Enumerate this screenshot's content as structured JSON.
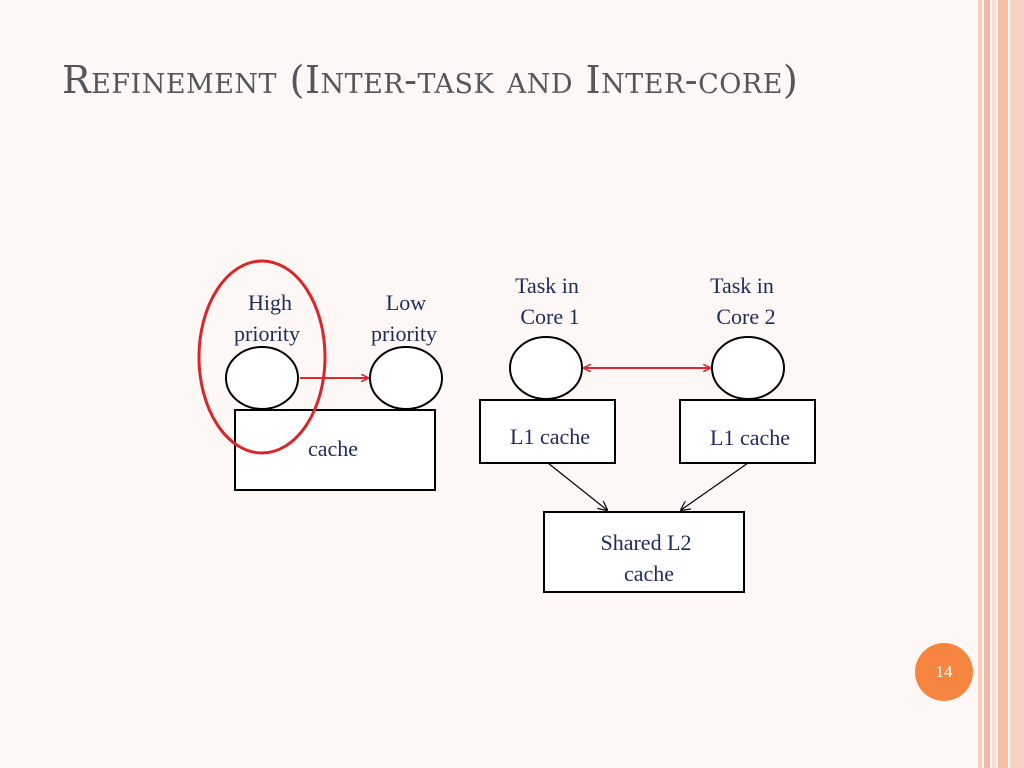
{
  "slide": {
    "title": "Refinement (Inter-task and Inter-core)",
    "page_number": "14"
  },
  "diagram": {
    "left": {
      "high_label_line1": "High",
      "high_label_line2": "priority",
      "low_label_line1": "Low",
      "low_label_line2": "priority",
      "cache_label": "cache"
    },
    "right": {
      "task1_line1": "Task in",
      "task1_line2": "Core 1",
      "task2_line1": "Task in",
      "task2_line2": "Core 2",
      "l1_cache_1": "L1 cache",
      "l1_cache_2": "L1 cache",
      "l2_line1": "Shared L2",
      "l2_line2": "cache"
    }
  },
  "colors": {
    "arrow_red": "#e3262b",
    "highlight_red": "#d9262b",
    "label_text": "#1f2a5c",
    "badge_orange": "#f6863f",
    "border_stripe": "#f3b9a2"
  }
}
